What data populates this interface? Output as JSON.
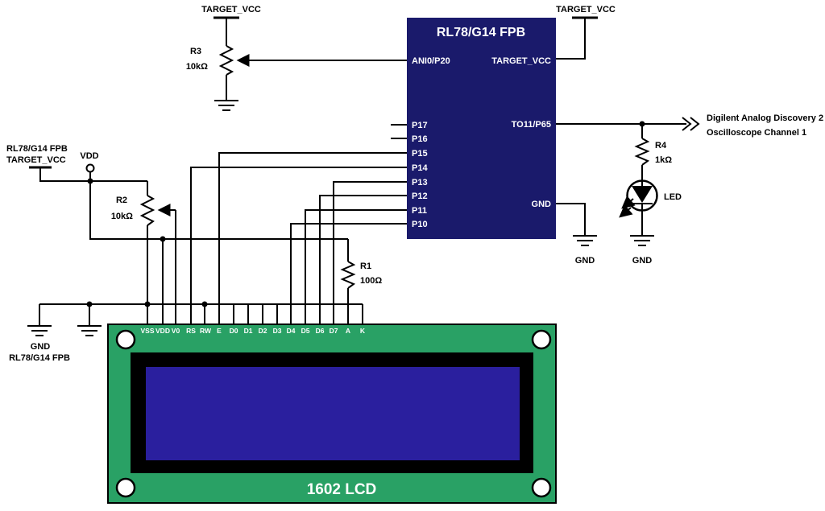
{
  "diagram": {
    "power": {
      "target_vcc_top_left": "TARGET_VCC",
      "target_vcc_top_right": "TARGET_VCC",
      "vdd": "VDD",
      "left_rail_line1": "RL78/G14 FPB",
      "left_rail_line2": "TARGET_VCC"
    },
    "grounds": {
      "left_gnd": "GND",
      "left_gnd_sub": "RL78/G14 FPB",
      "mcu_gnd": "GND",
      "led_gnd": "GND"
    },
    "mcu": {
      "title": "RL78/G14 FPB",
      "left_pins": [
        "ANI0/P20",
        "P17",
        "P16",
        "P15",
        "P14",
        "P13",
        "P12",
        "P11",
        "P10"
      ],
      "right_pins": [
        "TARGET_VCC",
        "TO11/P65",
        "GND"
      ]
    },
    "resistors": {
      "r1": {
        "name": "R1",
        "value": "100Ω"
      },
      "r2": {
        "name": "R2",
        "value": "10kΩ"
      },
      "r3": {
        "name": "R3",
        "value": "10kΩ"
      },
      "r4": {
        "name": "R4",
        "value": "1kΩ"
      }
    },
    "led": {
      "label": "LED"
    },
    "output": {
      "line1": "Digilent Analog Discovery 2",
      "line2": "Oscilloscope Channel 1"
    },
    "lcd": {
      "title": "1602 LCD",
      "pins": [
        "VSS",
        "VDD",
        "V0",
        "RS",
        "RW",
        "E",
        "D0",
        "D1",
        "D2",
        "D3",
        "D4",
        "D5",
        "D6",
        "D7",
        "A",
        "K"
      ]
    },
    "colors": {
      "mcu_fill": "#1a1a6b",
      "lcd_green": "#29a165",
      "lcd_screen": "#2a1f9e",
      "wire": "#000000"
    }
  }
}
